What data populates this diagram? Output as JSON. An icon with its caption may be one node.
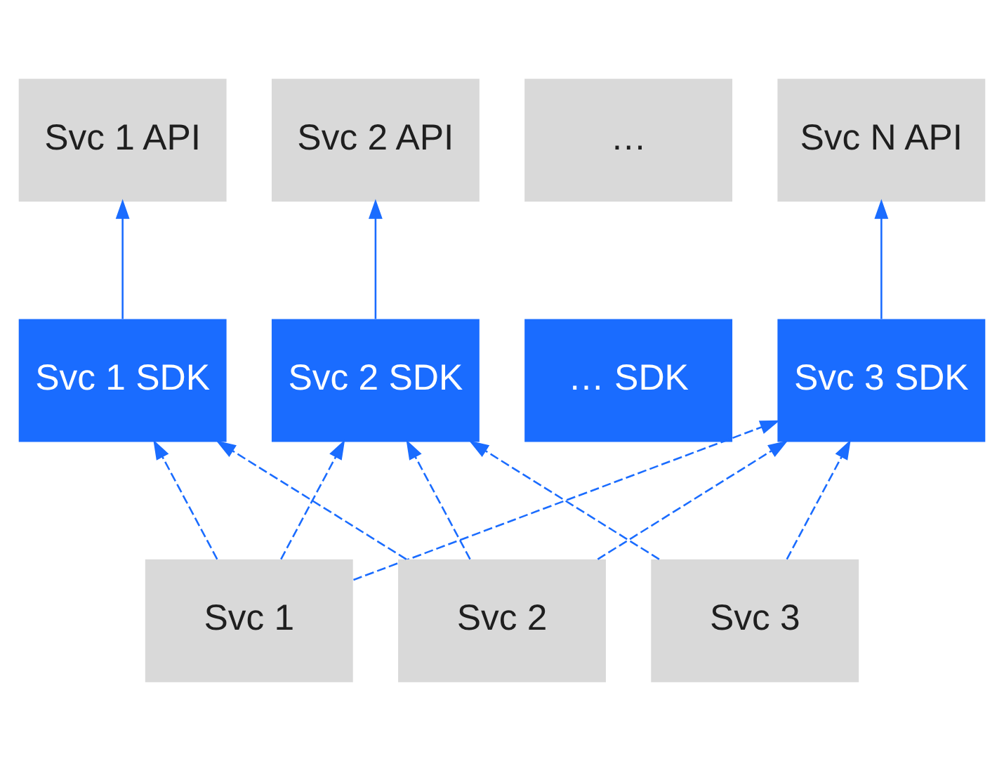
{
  "diagram": {
    "nodes": [
      {
        "text": [
          "Svc 1 API"
        ]
      },
      {
        "text": [
          "Svc 2 API"
        ]
      },
      {
        "text": [
          "…"
        ]
      },
      {
        "text": [
          "Svc N API"
        ]
      },
      {
        "text": [
          "Svc 1 SDK"
        ]
      },
      {
        "text": [
          "Svc 2 SDK"
        ]
      },
      {
        "text": [
          "… SDK"
        ]
      },
      {
        "text": [
          "Svc 3 SDK"
        ]
      },
      {
        "text": [
          "Svc 1"
        ]
      },
      {
        "text": [
          "Svc 2"
        ]
      },
      {
        "text": [
          "Svc 3"
        ]
      }
    ],
    "edges": [
      {
        "from": 4,
        "to": 0,
        "arrow": "to"
      },
      {
        "from": 5,
        "to": 1,
        "arrow": "to"
      },
      {
        "from": 7,
        "to": 3,
        "arrow": "to"
      },
      {
        "from": 8,
        "to": 4,
        "arrow": "to",
        "style": "dashed"
      },
      {
        "from": 8,
        "to": 5,
        "arrow": "to",
        "style": "dashed"
      },
      {
        "from": 8,
        "to": 7,
        "arrow": "to",
        "style": "dashed"
      },
      {
        "from": 9,
        "to": 4,
        "arrow": "to",
        "style": "dashed"
      },
      {
        "from": 9,
        "to": 5,
        "arrow": "to",
        "style": "dashed"
      },
      {
        "from": 9,
        "to": 7,
        "arrow": "to",
        "style": "dashed"
      },
      {
        "from": 10,
        "to": 5,
        "arrow": "to",
        "style": "dashed"
      },
      {
        "from": 10,
        "to": 7,
        "arrow": "to",
        "style": "dashed"
      }
    ]
  }
}
